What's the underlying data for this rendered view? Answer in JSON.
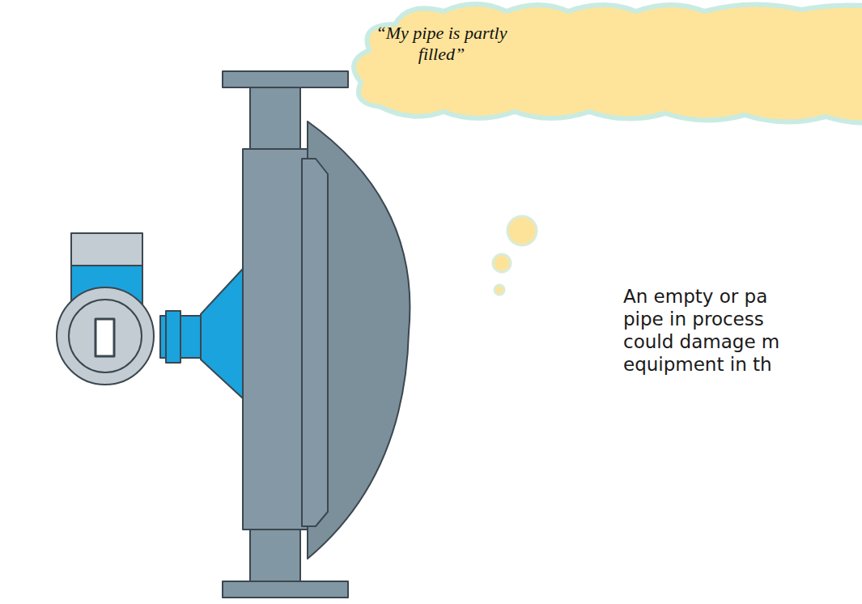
{
  "diagram": {
    "nodes": [
      {
        "text": [
          "“My pipe is partly filled”"
        ]
      }
    ],
    "labels": [
      "An empty or pa",
      "pipe in process",
      "could damage m",
      "equipment in th"
    ]
  }
}
